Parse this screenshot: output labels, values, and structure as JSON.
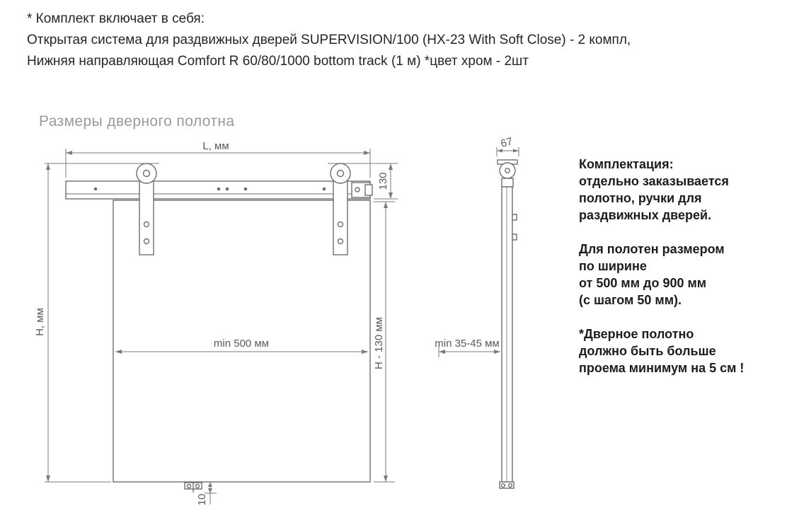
{
  "header": {
    "lines": [
      "* Комплект включает в себя:",
      "Открытая система для раздвижных дверей SUPERVISION/100 (HX-23 With Soft Close) - 2 компл,",
      "Нижняя направляющая Comfort R 60/80/1000 bottom track (1 м) *цвет хром - 2шт"
    ]
  },
  "diagram": {
    "title": "Размеры дверного полотна",
    "labels": {
      "width_total": "L, мм",
      "track_height": "130",
      "height_total": "H, мм",
      "door_min_width": "min 500 мм",
      "door_height": "H - 130 мм",
      "bottom_clearance": "10",
      "side_width": "67",
      "wall_distance": "min 35-45 мм"
    }
  },
  "notes": {
    "lines": [
      "Комплектация:",
      "отдельно заказывается",
      "полотно, ручки для",
      "раздвижных дверей.",
      "",
      "Для полотен размером",
      "по ширине",
      "от 500 мм до 900 мм",
      "(с шагом 50 мм).",
      "",
      "*Дверное полотно",
      "должно быть больше",
      "проема минимум на 5 см !"
    ]
  },
  "colors": {
    "drawing_stroke": "#6e6e6e",
    "dimension_stroke": "#7a7a7a",
    "text_dark": "#1c1c1c",
    "title_gray": "#9a9a9a"
  }
}
